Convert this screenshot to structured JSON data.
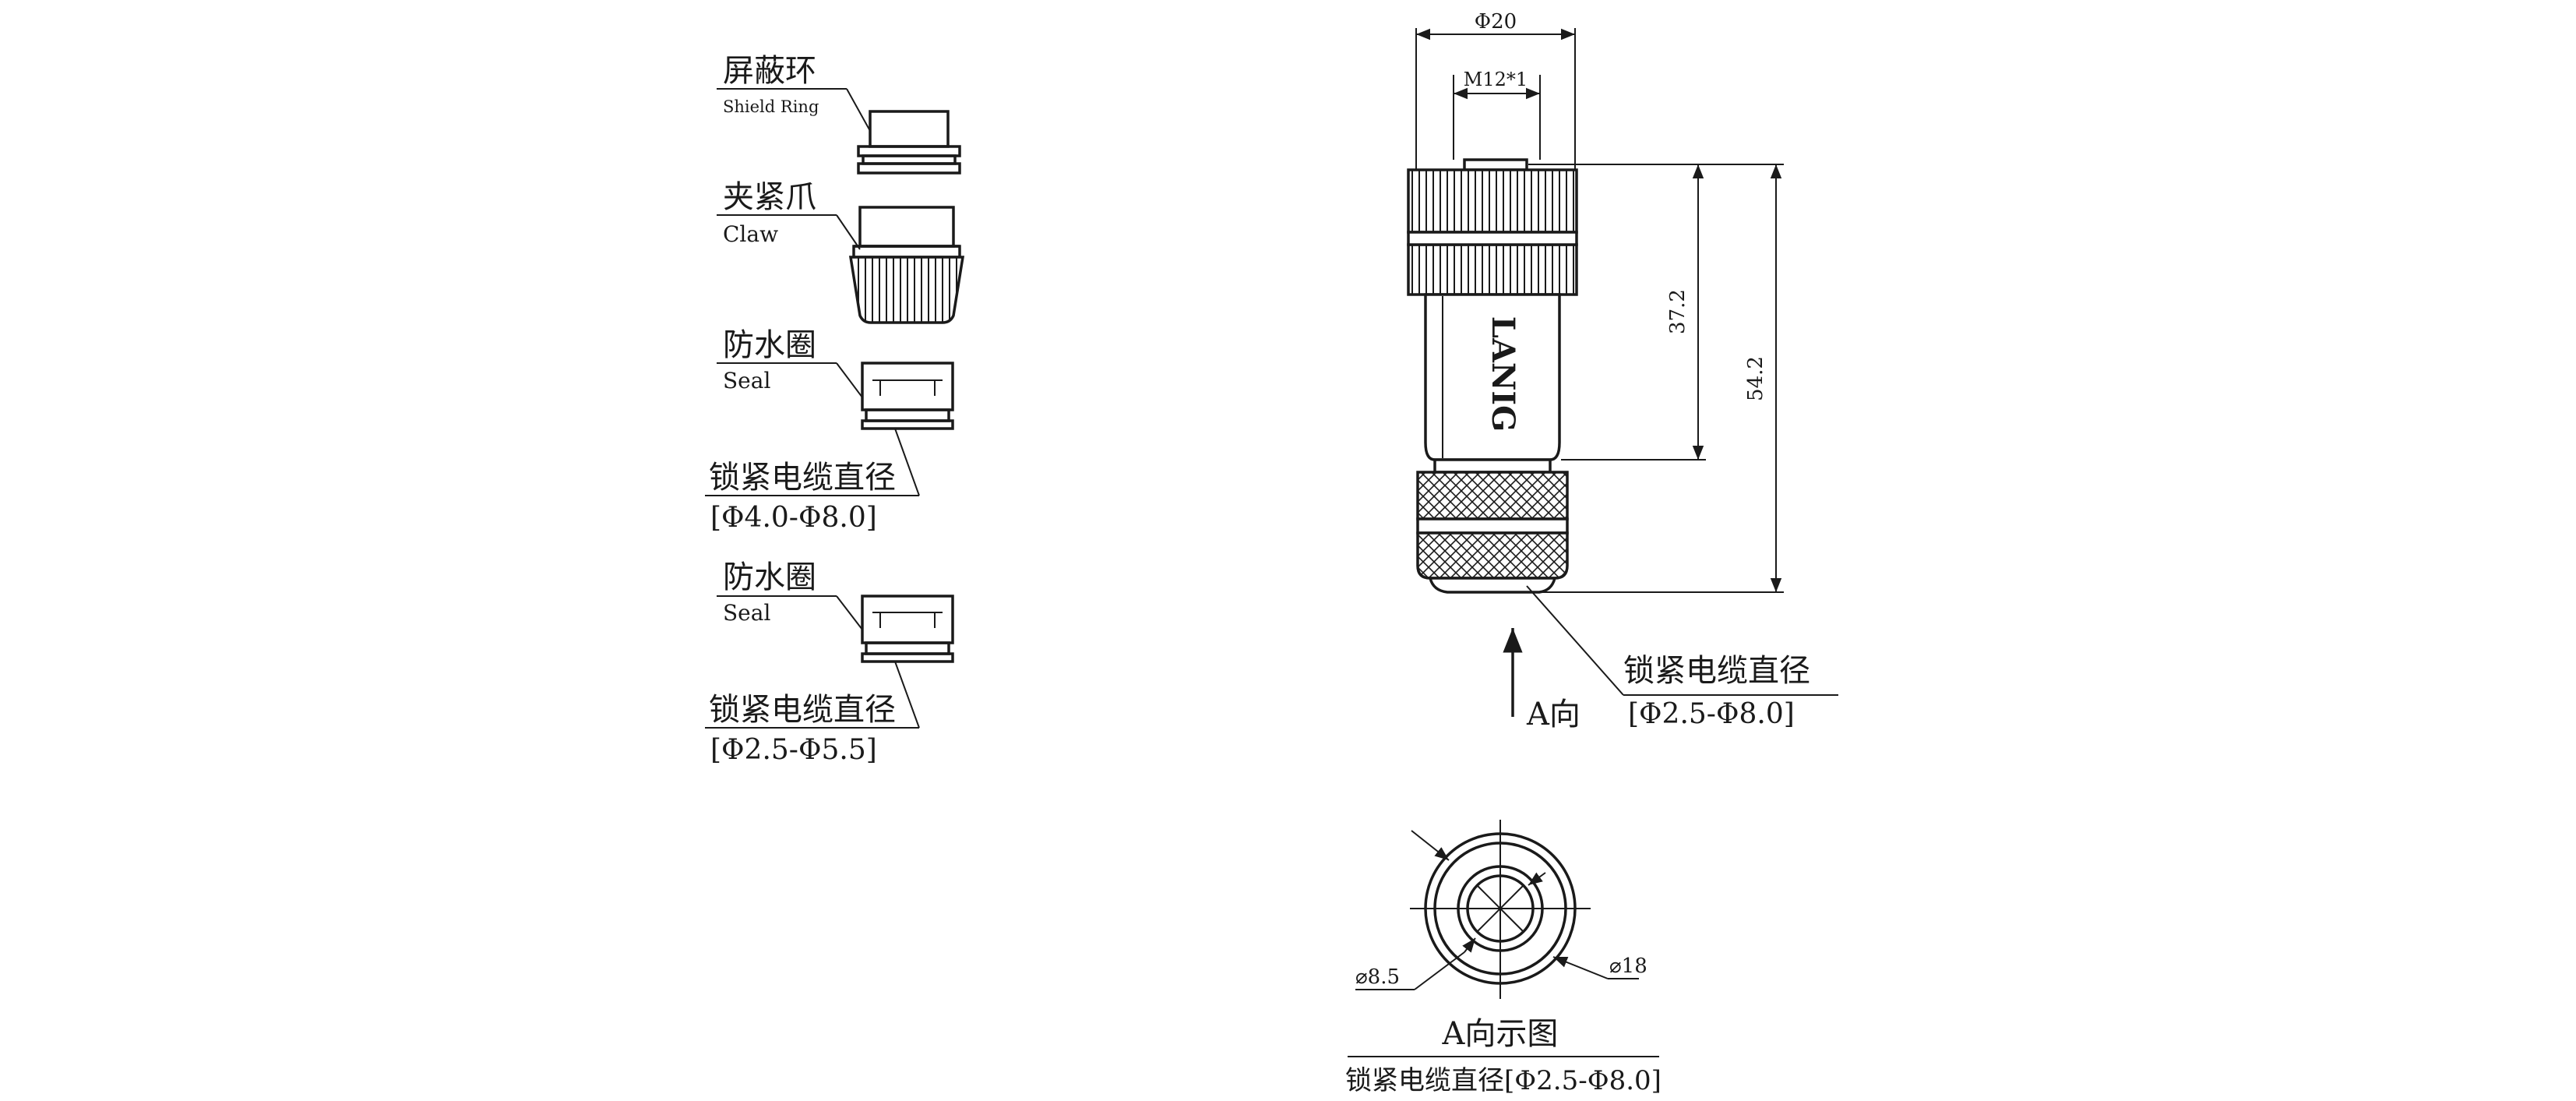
{
  "exploded": {
    "shield_ring": {
      "cn": "屏蔽环",
      "en": "Shield Ring"
    },
    "claw": {
      "cn": "夹紧爪",
      "en": "Claw"
    },
    "seal_1": {
      "cn": "防水圈",
      "en": "Seal",
      "range_cn": "锁紧电缆直径",
      "range": "[Φ4.0-Φ8.0]"
    },
    "seal_2": {
      "cn": "防水圈",
      "en": "Seal",
      "range_cn": "锁紧电缆直径",
      "range": "[Φ2.5-Φ5.5]"
    }
  },
  "side_view": {
    "dia_outer": "Φ20",
    "thread": "M12*1",
    "len_body": "37.2",
    "len_total": "54.2",
    "brand": "LANIG",
    "range_cn": "锁紧电缆直径",
    "range": "[Φ2.5-Φ8.0]",
    "view_arrow": "A向"
  },
  "end_view": {
    "inner_dia": "⌀8.5",
    "outer_dia": "⌀18",
    "title": "A向示图",
    "range": "锁紧电缆直径[Φ2.5-Φ8.0]"
  }
}
